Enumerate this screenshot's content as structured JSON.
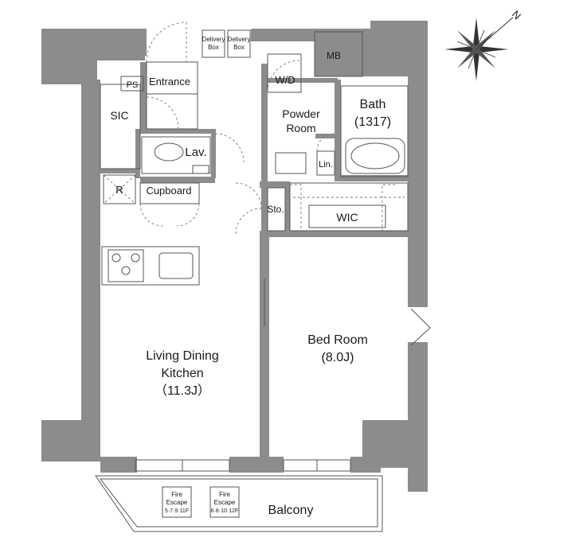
{
  "rooms": {
    "ldk_line1": "Living Dining",
    "ldk_line2": "Kitchen",
    "ldk_size": "（11.3J）",
    "bed_line1": "Bed Room",
    "bed_size": "(8.0J)",
    "bath_line1": "Bath",
    "bath_size": "(1317)",
    "powder_line1": "Powder",
    "powder_line2": "Room",
    "entrance": "Entrance",
    "sic": "SIC",
    "ps": "PS",
    "lav": "Lav.",
    "cupboard": "Cupboard",
    "r": "R",
    "wd": "W/D",
    "mb": "MB",
    "lin": "Lin.",
    "sto": "Sto.",
    "wic": "WIC",
    "balcony": "Balcony"
  },
  "boxes": {
    "delivery1_line1": "Delivery",
    "delivery1_line2": "Box",
    "delivery2_line1": "Delivery",
    "delivery2_line2": "Box"
  },
  "fire_escapes": {
    "fe1_line1": "Fire",
    "fe1_line2": "Escape",
    "fe1_line3": "5·7·9·11F",
    "fe2_line1": "Fire",
    "fe2_line2": "Escape",
    "fe2_line3": "6·8·10·12F"
  },
  "compass": {
    "north_label": "N",
    "icon": "compass-rose-icon"
  },
  "colors": {
    "wall": "#8c8c8c",
    "line": "#555555"
  }
}
